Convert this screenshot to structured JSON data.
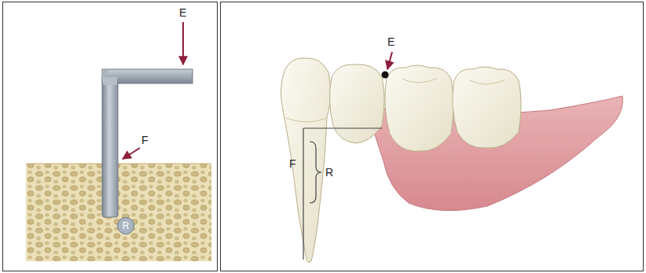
{
  "diagram": {
    "nodes": [
      {
        "text": [
          "R"
        ]
      }
    ],
    "labels": [
      "E",
      "F",
      "E",
      "F",
      "R"
    ]
  }
}
